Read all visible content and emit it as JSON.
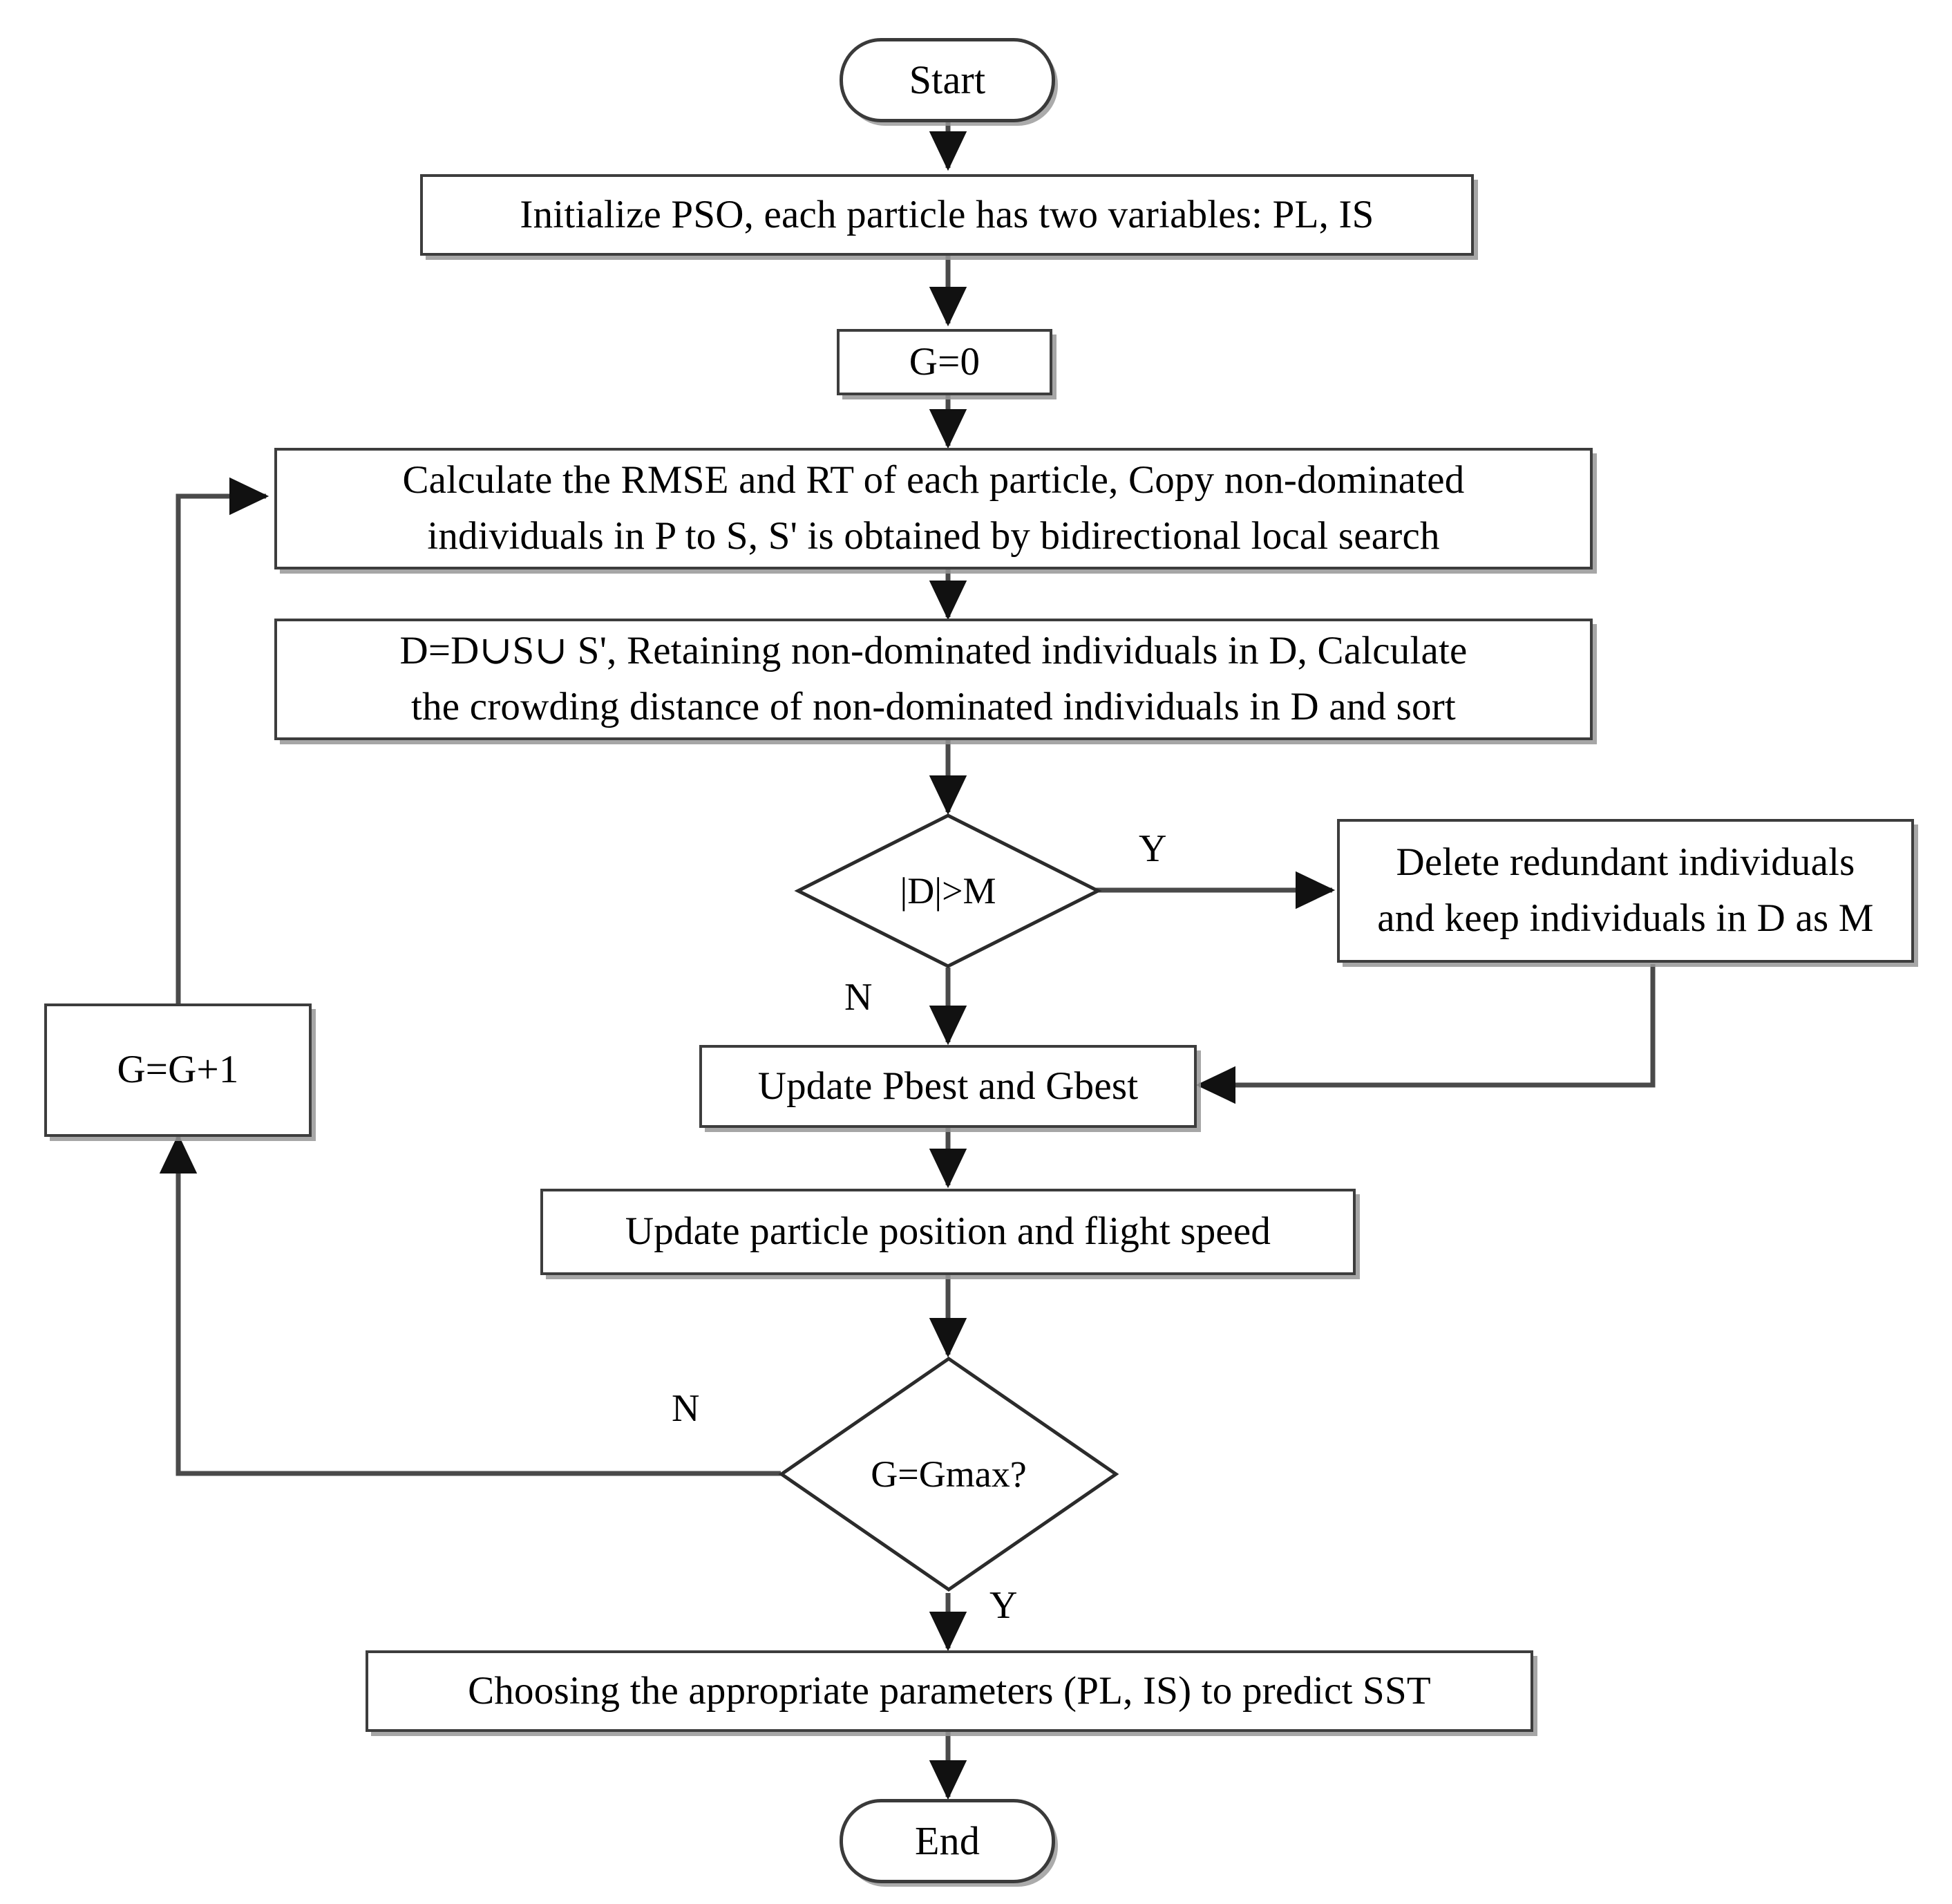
{
  "diagram": {
    "title": "MOPSO parameter optimization flowchart",
    "line_color": "#3d3d3d",
    "shadow_color": "#969696",
    "background": "#ffffff",
    "text_color": "#000000"
  },
  "nodes": {
    "start": {
      "label": "Start",
      "shape": "terminator"
    },
    "initialize": {
      "label": "Initialize PSO, each particle has two variables: PL, IS",
      "shape": "process"
    },
    "g_zero": {
      "label": "G=0",
      "shape": "process"
    },
    "calculate": {
      "label": "Calculate the RMSE and RT of each particle, Copy non-dominated\nindividuals in P to S, S' is obtained by bidirectional local search",
      "shape": "process"
    },
    "merge": {
      "label": "D=D∪S∪ S', Retaining non-dominated individuals in D,  Calculate\nthe crowding distance of non-dominated individuals in D and sort",
      "shape": "process"
    },
    "decision_size": {
      "label": "|D|>M",
      "shape": "decision"
    },
    "delete_redundant": {
      "label": "Delete redundant individuals\nand keep individuals in D as M",
      "shape": "process"
    },
    "g_increment": {
      "label": "G=G+1",
      "shape": "process"
    },
    "update_best": {
      "label": "Update Pbest  and Gbest",
      "shape": "process"
    },
    "update_particle": {
      "label": "Update particle position and flight speed",
      "shape": "process"
    },
    "decision_gmax": {
      "label": "G=Gmax?",
      "shape": "decision"
    },
    "choose_params": {
      "label": "Choosing the appropriate  parameters  (PL, IS) to predict SST",
      "shape": "process"
    },
    "end": {
      "label": "End",
      "shape": "terminator"
    }
  },
  "edge_labels": {
    "size_yes": "Y",
    "size_no": "N",
    "gmax_no": "N",
    "gmax_yes": "Y"
  }
}
